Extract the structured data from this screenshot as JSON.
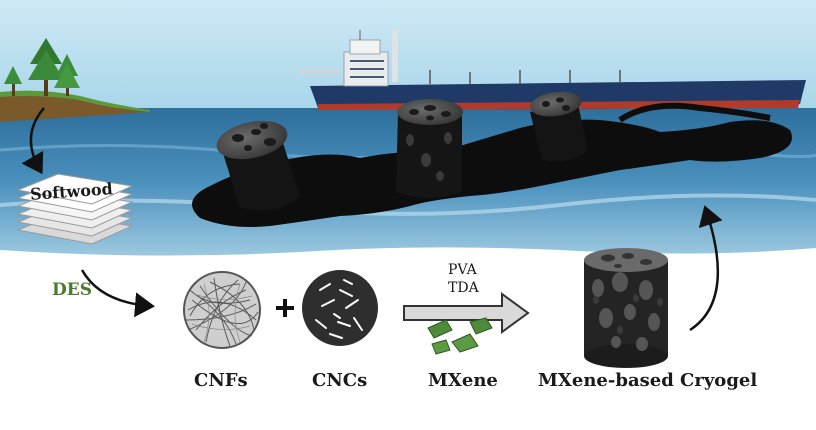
{
  "labels": {
    "softwood": "Softwood",
    "des": "DES",
    "cnfs": "CNFs",
    "cncs": "CNCs",
    "mxene": "MXene",
    "cryogel": "MXene-based Cryogel",
    "pva": "PVA",
    "tda": "TDA"
  },
  "colors": {
    "sky": "#bfe0ef",
    "sea": "#3f86b2",
    "oil": "#0d0d0d",
    "des_text": "#4a7a2a",
    "mxene_flake": "#4d8a3a",
    "ship_hull": "#1f3a66"
  }
}
